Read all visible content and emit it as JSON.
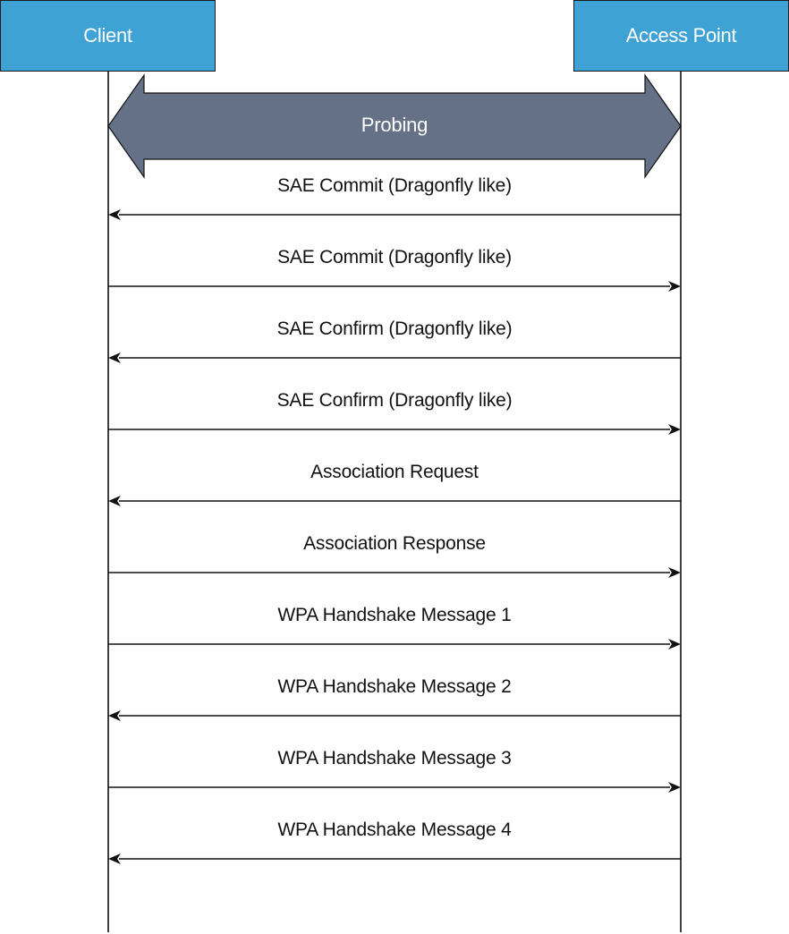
{
  "actors": {
    "client": "Client",
    "access_point": "Access Point"
  },
  "colors": {
    "actor_fill": "#3ea2d4",
    "probe_fill": "#647186",
    "line": "#111111"
  },
  "probing": {
    "label": "Probing",
    "direction": "bidirectional"
  },
  "messages": [
    {
      "label": "SAE Commit (Dragonfly like)",
      "direction": "ap-to-client"
    },
    {
      "label": "SAE Commit (Dragonfly like)",
      "direction": "client-to-ap"
    },
    {
      "label": "SAE Confirm (Dragonfly like)",
      "direction": "ap-to-client"
    },
    {
      "label": "SAE Confirm (Dragonfly like)",
      "direction": "client-to-ap"
    },
    {
      "label": "Association Request",
      "direction": "ap-to-client"
    },
    {
      "label": "Association Response",
      "direction": "client-to-ap"
    },
    {
      "label": "WPA Handshake Message 1",
      "direction": "client-to-ap"
    },
    {
      "label": "WPA Handshake Message 2",
      "direction": "ap-to-client"
    },
    {
      "label": "WPA Handshake Message 3",
      "direction": "client-to-ap"
    },
    {
      "label": "WPA Handshake Message 4",
      "direction": "ap-to-client"
    }
  ]
}
